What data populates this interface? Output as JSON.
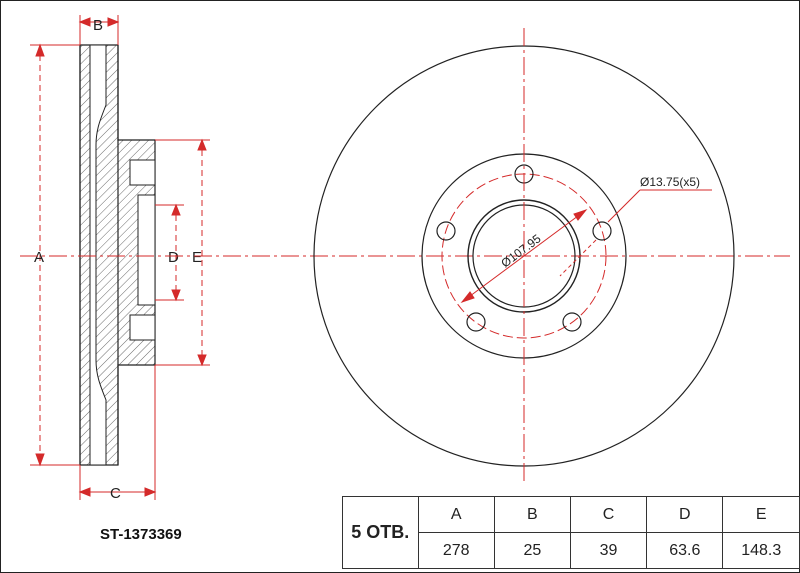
{
  "part_number": "ST-1373369",
  "holes_label": "5 ОТВ.",
  "table": {
    "headers": [
      "A",
      "B",
      "C",
      "D",
      "E"
    ],
    "values": [
      "278",
      "25",
      "39",
      "63.6",
      "148.3"
    ]
  },
  "labels": {
    "A": "A",
    "B": "B",
    "C": "C",
    "D": "D",
    "E": "E",
    "bolt_hole": "Ø13.75(x5)",
    "pcd": "Ø107.95"
  },
  "colors": {
    "dimension": "#d42a2a",
    "outline": "#222222"
  }
}
